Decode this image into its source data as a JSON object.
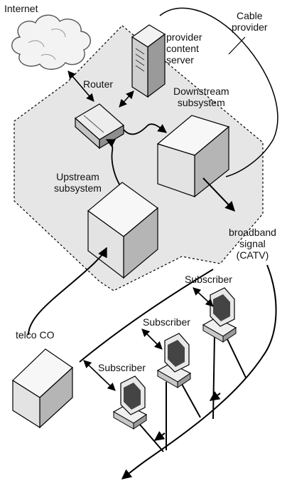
{
  "labels": {
    "internet": "Internet",
    "cable_provider": [
      "Cable",
      "provider"
    ],
    "provider_content_server": [
      "provider",
      "content",
      "server"
    ],
    "router": "Router",
    "downstream_subsystem": [
      "Downstream",
      "subsystem"
    ],
    "upstream_subsystem": [
      "Upstream",
      "subsystem"
    ],
    "broadband_signal": [
      "broadband",
      "signal",
      "(CATV)"
    ],
    "subscriber_1": "Subscriber",
    "subscriber_2": "Subscriber",
    "subscriber_3": "Subscriber",
    "telco_co": "telco CO"
  },
  "colors": {
    "region_fill": "#e6e6e6",
    "box_front": "#e3e3e3",
    "box_side": "#b5b5b5",
    "box_top": "#f7f7f7",
    "line": "#000000"
  }
}
